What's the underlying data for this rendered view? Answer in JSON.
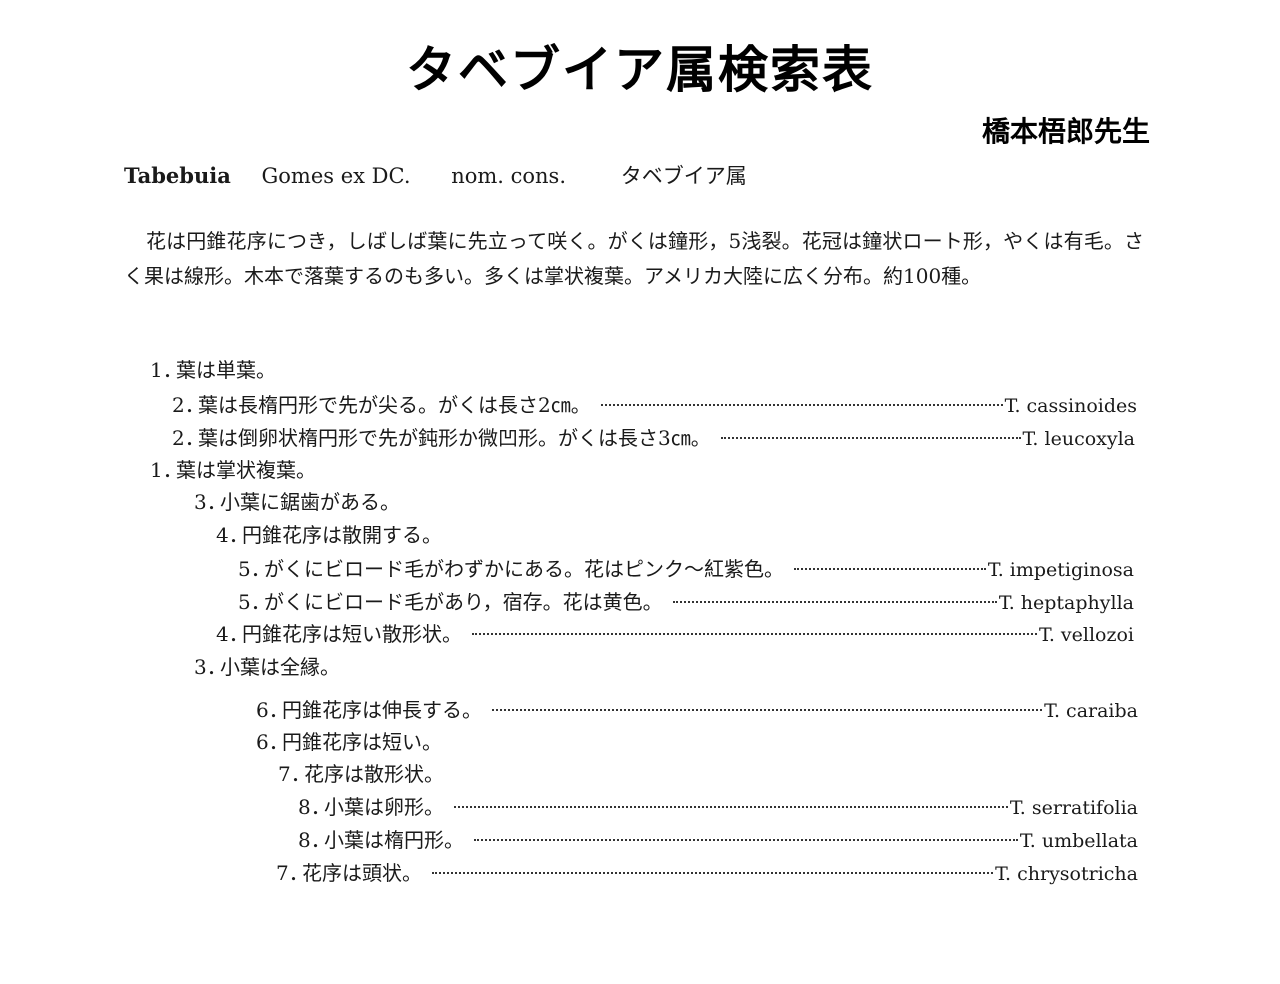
{
  "title": "タベブイア属検索表",
  "author": "橋本梧郎先生",
  "header": {
    "genus": "Tabebuia",
    "authority": "Gomes ex DC.",
    "status": "nom. cons.",
    "japanese_name": "タベブイア属"
  },
  "description": "花は円錐花序につき，しばしば葉に先立って咲く。がくは鐘形，5浅裂。花冠は鐘状ロート形，やくは有毛。さく果は線形。木本で落葉するのも多い。多くは掌状複葉。アメリカ大陸に広く分布。約100種。",
  "key": [
    {
      "num": "1．",
      "text": "葉は単葉。",
      "species": ""
    },
    {
      "num": "2．",
      "text": "葉は長楕円形で先が尖る。がくは長さ2㎝。",
      "species": "T. cassinoides"
    },
    {
      "num": "2．",
      "text": "葉は倒卵状楕円形で先が鈍形か微凹形。がくは長さ3㎝。",
      "species": "T. leucoxyla"
    },
    {
      "num": "1．",
      "text": "葉は掌状複葉。",
      "species": ""
    },
    {
      "num": "3．",
      "text": "小葉に鋸歯がある。",
      "species": ""
    },
    {
      "num": "4．",
      "text": "円錐花序は散開する。",
      "species": ""
    },
    {
      "num": "5．",
      "text": "がくにビロード毛がわずかにある。花はピンク～紅紫色。",
      "species": "T. impetiginosa"
    },
    {
      "num": "5．",
      "text": "がくにビロード毛があり，宿存。花は黄色。",
      "species": "T. heptaphylla"
    },
    {
      "num": "4．",
      "text": "円錐花序は短い散形状。",
      "species": "T. vellozoi"
    },
    {
      "num": "3．",
      "text": "小葉は全縁。",
      "species": ""
    },
    {
      "num": "6．",
      "text": "円錐花序は伸長する。",
      "species": "T. caraiba"
    },
    {
      "num": "6．",
      "text": "円錐花序は短い。",
      "species": ""
    },
    {
      "num": "7．",
      "text": "花序は散形状。",
      "species": ""
    },
    {
      "num": "8．",
      "text": "小葉は卵形。",
      "species": "T. serratifolia"
    },
    {
      "num": "8．",
      "text": "小葉は楕円形。",
      "species": "T. umbellata"
    },
    {
      "num": "7．",
      "text": "花序は頭状。",
      "species": "T. chrysotricha"
    }
  ]
}
